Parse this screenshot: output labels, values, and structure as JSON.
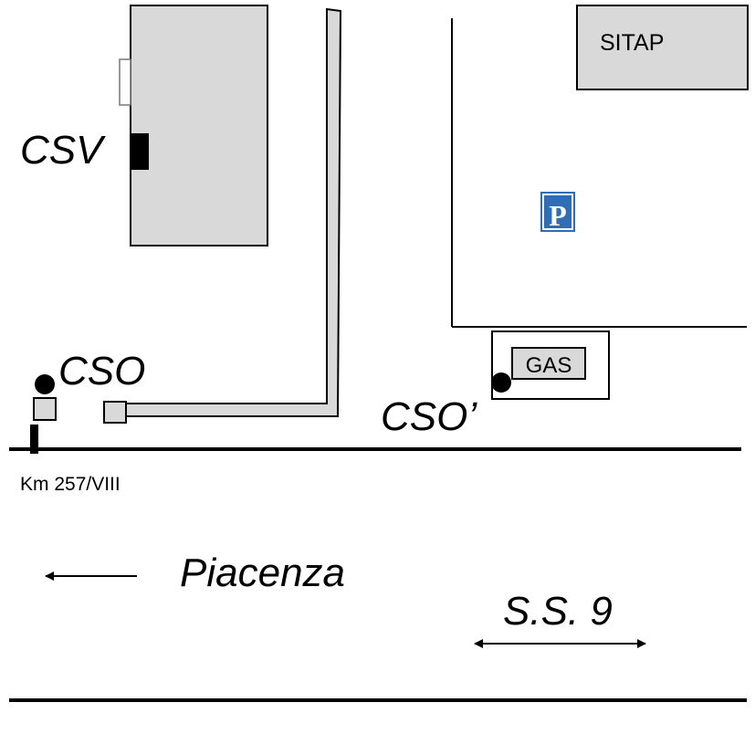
{
  "labels": {
    "csv": "CSV",
    "cso": "CSO",
    "cso_prime": "CSO’",
    "gas": "GAS",
    "sitap": "SITAP",
    "parking": "P",
    "km_marker": "Km 257/VIII",
    "direction": "Piacenza",
    "road": "S.S. 9"
  },
  "icons": {
    "parking": "parking-sign-icon",
    "direction_arrow": "arrow-left-icon",
    "road_arrow": "double-headed-arrow-icon",
    "station_marker": "filled-circle-icon"
  },
  "colors": {
    "building_fill": "#d9d9d9",
    "ink": "#000000",
    "parking_blue": "#2f6db5",
    "background": "#ffffff"
  }
}
